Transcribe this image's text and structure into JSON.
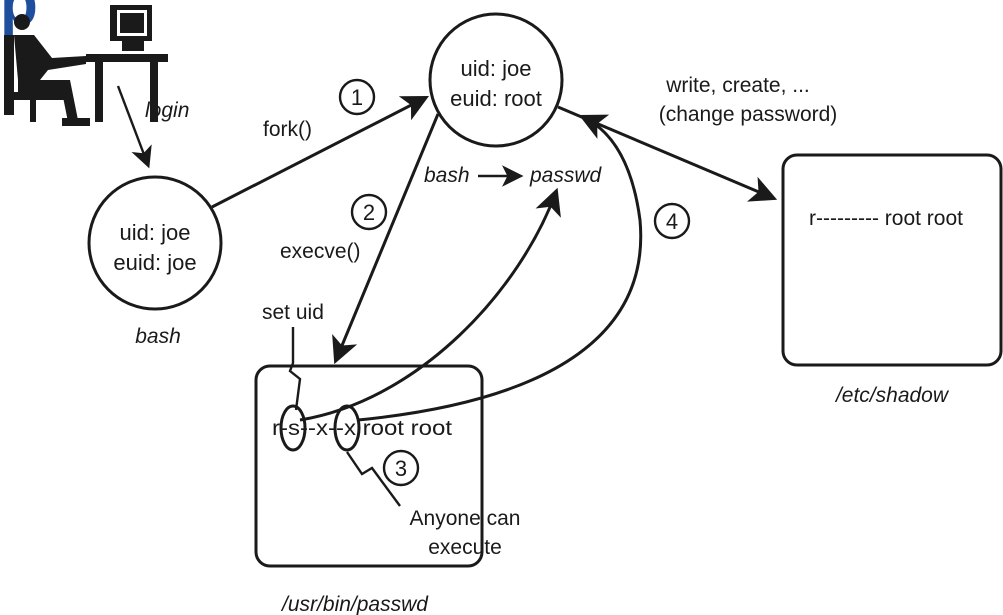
{
  "title": "p",
  "user": {
    "login_label": "login"
  },
  "bash_process": {
    "uid": "uid:  joe",
    "euid": "euid:  joe",
    "name": "bash"
  },
  "child_process": {
    "uid": "uid:  joe",
    "euid": "euid:  root",
    "transition_from": "bash",
    "transition_to": "passwd"
  },
  "edges": {
    "fork": "fork()",
    "execve": "execve()",
    "write": "write, create, ...",
    "change_password": "(change password)"
  },
  "steps": [
    "1",
    "2",
    "3",
    "4"
  ],
  "passwd_file": {
    "path": "/usr/bin/passwd",
    "permissions": "r-s--x--x root root",
    "setuid_label": "set uid",
    "note_line1": "Anyone can",
    "note_line2": "execute"
  },
  "shadow_file": {
    "path": "/etc/shadow",
    "permissions": "r--------- root root"
  }
}
